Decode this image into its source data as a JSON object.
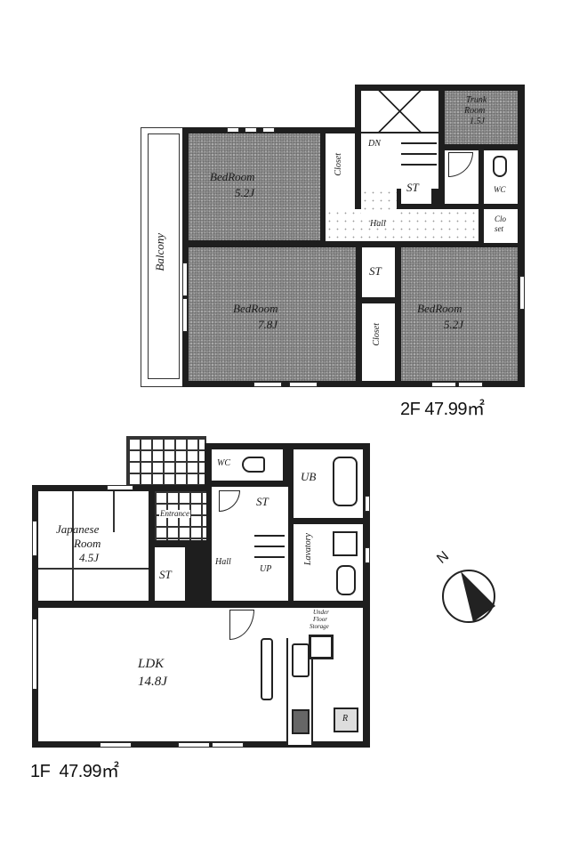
{
  "floor_2f": {
    "area_label": "2F 47.99㎡",
    "rooms": {
      "bedroom_nw": {
        "name": "BedRoom",
        "size": "5.2J"
      },
      "bedroom_sw": {
        "name": "BedRoom",
        "size": "7.8J"
      },
      "bedroom_se": {
        "name": "BedRoom",
        "size": "5.2J"
      },
      "trunk_room": {
        "name": "Trunk Room",
        "line1": "Trunk",
        "line2": "Room",
        "size": "1.5J"
      },
      "balcony": {
        "name": "Balcony"
      },
      "closet_n": {
        "name": "Closet"
      },
      "closet_s": {
        "name": "Closet"
      },
      "st_n": {
        "name": "ST"
      },
      "st_s": {
        "name": "ST"
      },
      "hall": {
        "name": "Hall"
      },
      "wc": {
        "name": "WC"
      },
      "closet_small": {
        "name": "Closet",
        "line1": "Clo",
        "line2": "set"
      },
      "stair_down": {
        "name": "DN"
      }
    }
  },
  "floor_1f": {
    "area_label": "1F  47.99㎡",
    "rooms": {
      "japanese_room": {
        "name": "Japanese Room",
        "line1": "Japanese",
        "line2": "Room",
        "size": "4.5J"
      },
      "entrance": {
        "name": "Entrance"
      },
      "st_entry": {
        "name": "ST"
      },
      "wc": {
        "name": "WC"
      },
      "st_hall": {
        "name": "ST"
      },
      "ub": {
        "name": "UB"
      },
      "hall": {
        "name": "Hall"
      },
      "stair_up": {
        "name": "UP"
      },
      "lavatory": {
        "name": "Lavatory"
      },
      "ldk": {
        "name": "LDK",
        "size": "14.8J"
      },
      "under_floor_storage": {
        "name": "Under Floor Storage",
        "line1": "Under",
        "line2": "Floor",
        "line3": "Storage"
      },
      "refrigerator": {
        "name": "R"
      }
    }
  },
  "compass": {
    "label": "N",
    "icon": "north-arrow-icon"
  },
  "colors": {
    "wall": "#1e1e1e",
    "room_fill": "#8f8f8f",
    "background": "#ffffff"
  }
}
